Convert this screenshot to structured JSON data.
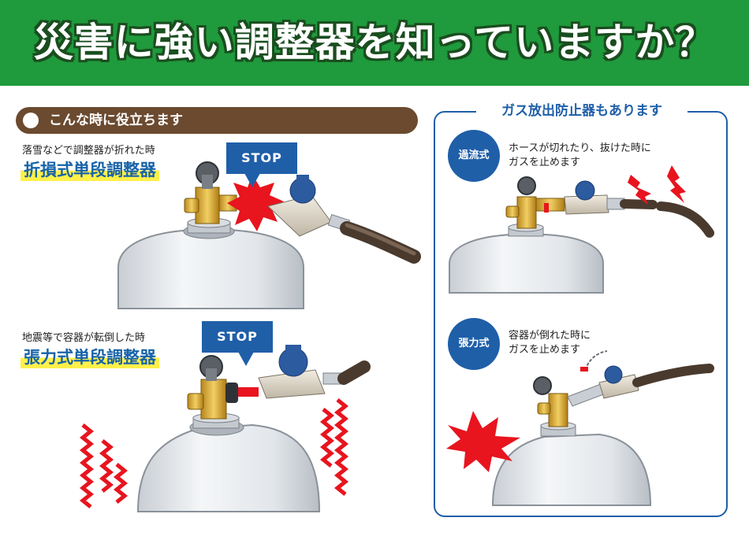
{
  "header": {
    "title": "災害に強い調整器を知っていますか？",
    "bg_color": "#1f9a3c"
  },
  "left": {
    "banner": "こんな時に役立ちます",
    "case1": {
      "caption": "落雪などで調整器が折れた時",
      "name": "折損式単段調整器",
      "stop": "STOP"
    },
    "case2": {
      "caption": "地震等で容器が転倒した時",
      "name": "張力式単段調整器",
      "stop": "STOP"
    }
  },
  "right": {
    "title": "ガス放出防止器もあります",
    "item1": {
      "badge": "過流式",
      "lines": [
        "ホースが切れたり、抜けた時に",
        "ガスを止めます"
      ]
    },
    "item2": {
      "badge": "張力式",
      "lines": [
        "容器が倒れた時に",
        "ガスを止めます"
      ]
    }
  },
  "colors": {
    "accent_blue": "#1f5fa8",
    "highlight_yellow": "#fff04a",
    "brown": "#6b4a2f",
    "alert_red": "#e8141e"
  }
}
